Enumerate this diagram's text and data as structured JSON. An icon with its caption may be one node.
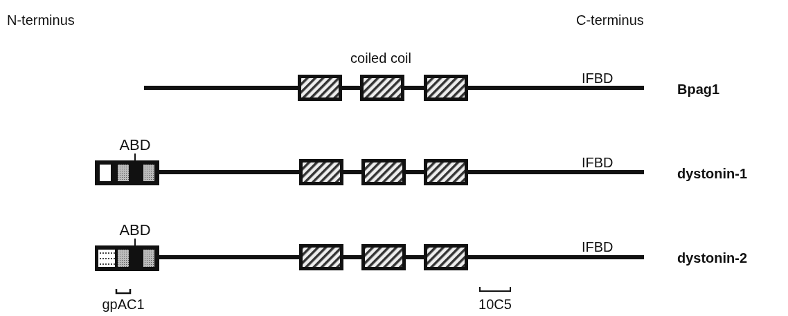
{
  "diagram": {
    "nodes": [
      {
        "text": [
          "ABD"
        ]
      },
      {
        "text": [],
        "shape": "box"
      },
      {
        "text": [
          "ABD"
        ]
      },
      {
        "text": [],
        "shape": "box"
      }
    ],
    "edges": [
      {
        "from": 0,
        "to": 1,
        "arrow": "none"
      },
      {
        "from": 2,
        "to": 3,
        "arrow": "none"
      }
    ],
    "labels": [
      "N-terminus",
      "C-terminus",
      "coiled coil",
      "IFBD",
      "Bpag1",
      "IFBD",
      "dystonin-1",
      "IFBD",
      "dystonin-2",
      "gpAC1",
      "10C5"
    ]
  }
}
